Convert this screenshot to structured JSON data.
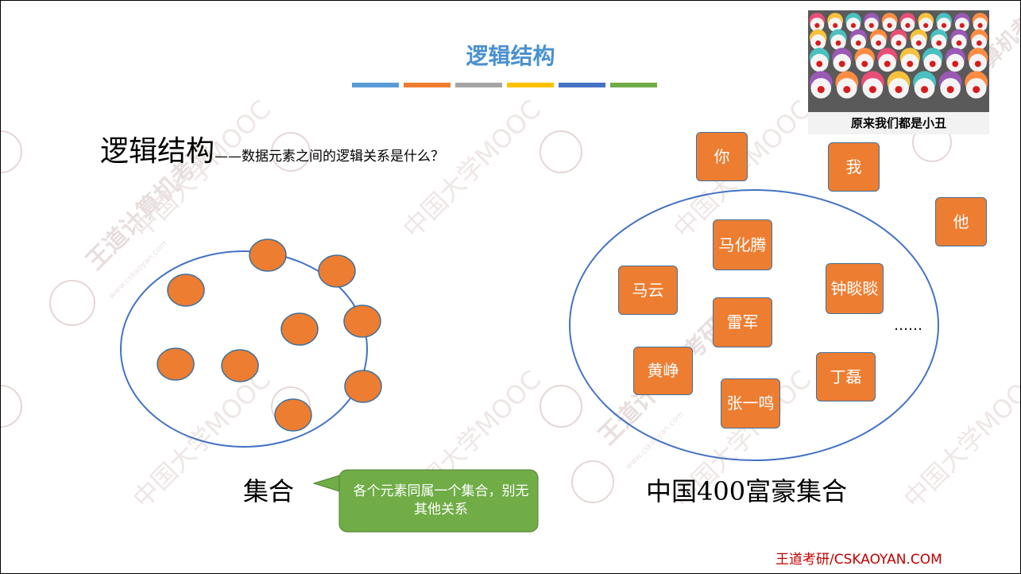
{
  "slide": {
    "title": "逻辑结构",
    "heading_big": "逻辑结构",
    "heading_small": "——数据元素之间的逻辑关系是什么？",
    "accent_colors": [
      "#5b9bd5",
      "#ed7d31",
      "#a5a5a5",
      "#ffc000",
      "#4472c4",
      "#70ad47"
    ],
    "meme_caption": "原来我们都是小丑",
    "left_label": "集合",
    "right_label": "中国400富豪集合",
    "callout_text": "各个元素同属一个集合，别无其他关系",
    "ellipsis": "……",
    "footer": "王道考研/CSKAOYAN.COM",
    "watermark_text": [
      "王道计算机考研",
      "www.cskaoyan.com",
      "中国大学MOOC"
    ]
  },
  "outside_people": [
    "你",
    "我",
    "他"
  ],
  "inside_people": [
    "马化腾",
    "马云",
    "钟睒睒",
    "雷军",
    "黄峥",
    "张一鸣",
    "丁磊"
  ],
  "colors": {
    "title": "#4a90d0",
    "node_fill": "#ed7d31",
    "node_border": "#41719c",
    "ellipse_stroke": "#4472c4",
    "callout_fill": "#70ad47",
    "footer": "#c00000"
  }
}
